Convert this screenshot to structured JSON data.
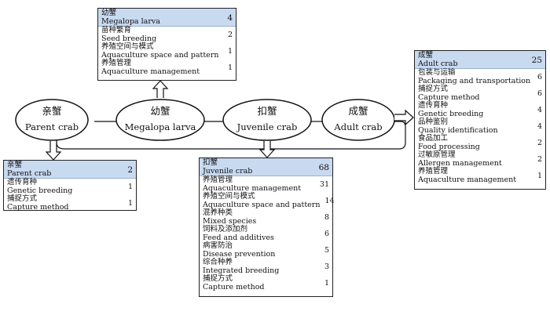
{
  "stages": [
    {
      "zh": "亲蟹",
      "en": "Parent crab"
    },
    {
      "zh": "幼蟹",
      "en": "Megalopa larva"
    },
    {
      "zh": "扣蟹",
      "en": "Juvenile crab"
    },
    {
      "zh": "成蟹",
      "en": "Adult crab"
    }
  ],
  "boxes": {
    "megalopa": {
      "head": {
        "zh": "幼蟹",
        "en": "Megalopa larva",
        "count": "4"
      },
      "rows": [
        {
          "zh": "苗种繁育",
          "en": "Seed breeding",
          "count": "2"
        },
        {
          "zh": "养殖空间与模式",
          "en": "Aquaculture space and pattern",
          "count": "1"
        },
        {
          "zh": "养殖管理",
          "en": "Aquaculture management",
          "count": "1"
        }
      ]
    },
    "parent": {
      "head": {
        "zh": "亲蟹",
        "en": "Parent crab",
        "count": "2"
      },
      "rows": [
        {
          "zh": "遗传育种",
          "en": "Genetic breeding",
          "count": "1"
        },
        {
          "zh": "捕捉方式",
          "en": "Capture method",
          "count": "1"
        }
      ]
    },
    "juvenile": {
      "head": {
        "zh": "扣蟹",
        "en": "Juvenile crab",
        "count": "68"
      },
      "rows": [
        {
          "zh": "养殖管理",
          "en": "Aquaculture management",
          "count": "31"
        },
        {
          "zh": "养殖空间与模式",
          "en": "Aquaculture space and pattern",
          "count": "14"
        },
        {
          "zh": "混养种类",
          "en": "Mixed species",
          "count": "8"
        },
        {
          "zh": "饲料及添加剂",
          "en": "Feed and additives",
          "count": "6"
        },
        {
          "zh": "病害防治",
          "en": "Disease prevention",
          "count": "5"
        },
        {
          "zh": "综合种养",
          "en": "Integrated breeding",
          "count": "3"
        },
        {
          "zh": "捕捉方式",
          "en": "Capture method",
          "count": "1"
        }
      ]
    },
    "adult": {
      "head": {
        "zh": "成蟹",
        "en": "Adult crab",
        "count": "25"
      },
      "rows": [
        {
          "zh": "包装与运输",
          "en": "Packaging and transportation",
          "count": "6"
        },
        {
          "zh": "捕捉方式",
          "en": "Capture method",
          "count": "6"
        },
        {
          "zh": "遗传育种",
          "en": "Genetic breeding",
          "count": "4"
        },
        {
          "zh": "品种鉴别",
          "en": "Quality identification",
          "count": "4"
        },
        {
          "zh": "食品加工",
          "en": "Food processing",
          "count": "2"
        },
        {
          "zh": "过敏原管理",
          "en": "Allergen management",
          "count": "2"
        },
        {
          "zh": "养殖管理",
          "en": "Aquaculture management",
          "count": "1"
        }
      ]
    }
  },
  "colors": {
    "header_fill": "#c8daf0",
    "line": "#111111"
  }
}
